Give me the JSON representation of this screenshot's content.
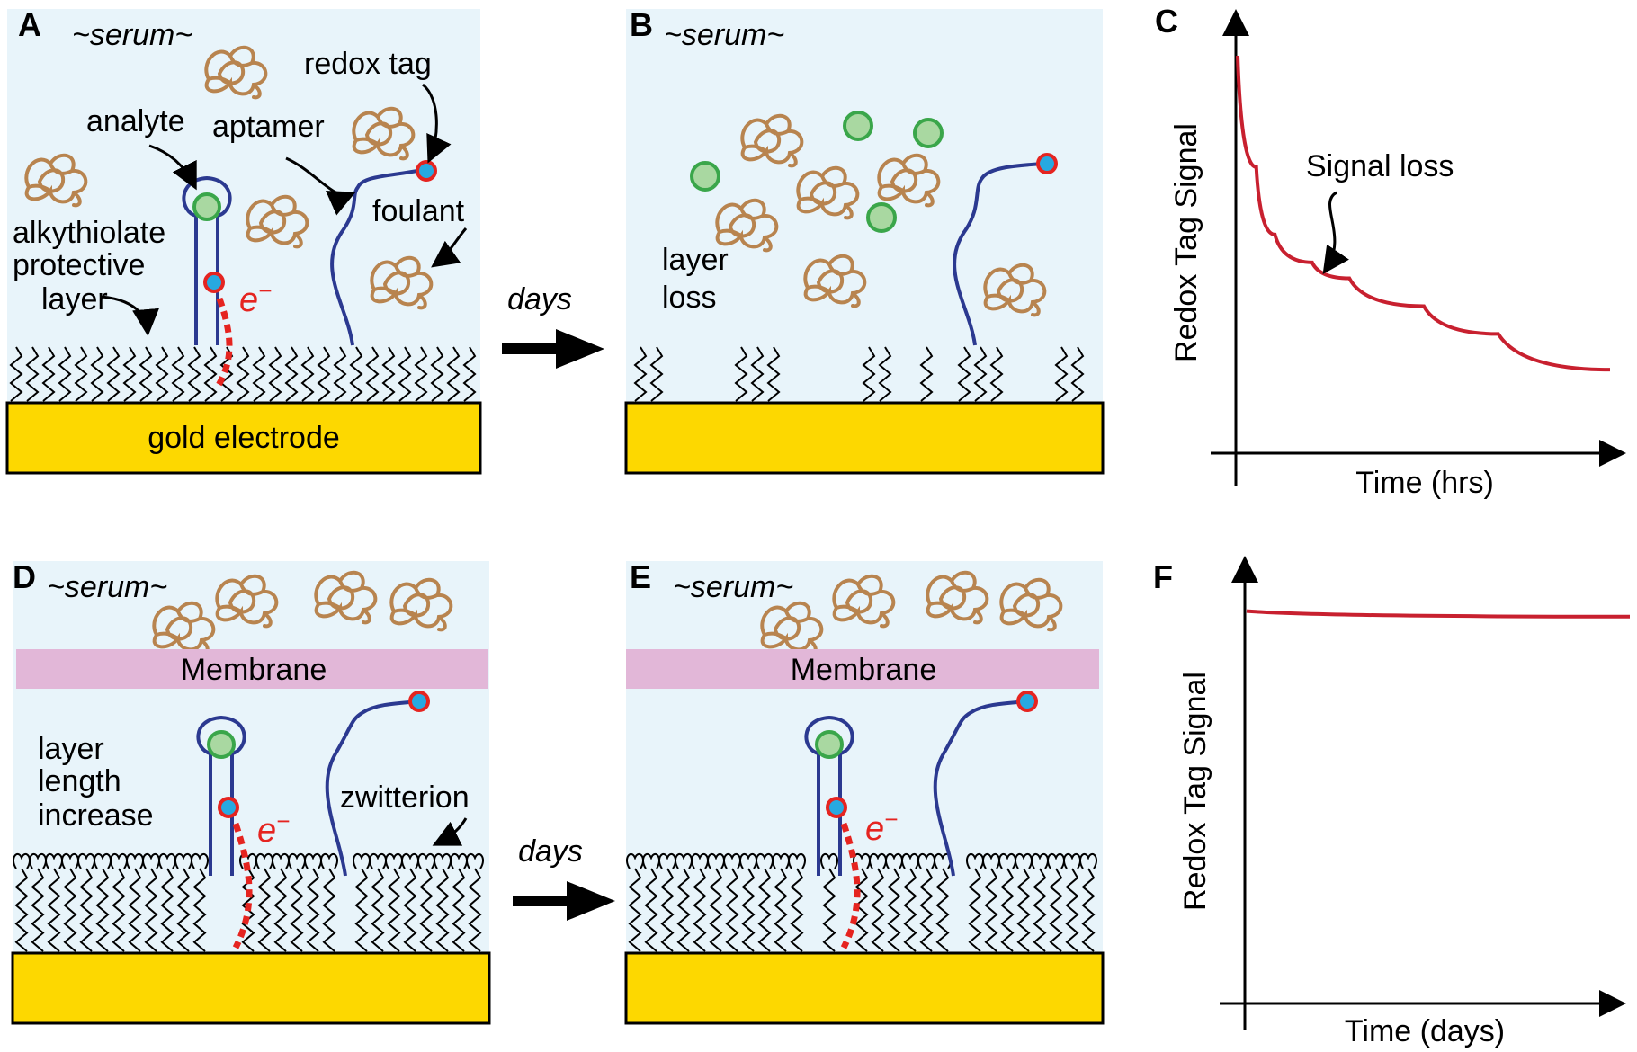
{
  "panels": {
    "A": {
      "letter": "A",
      "serum": "~serum~",
      "analyte": "analyte",
      "aptamer": "aptamer",
      "redox_tag": "redox tag",
      "foulant": "foulant",
      "layer_line1": "alkythiolate",
      "layer_line2": "protective",
      "layer_line3": "layer",
      "electron": "e",
      "electron_sup": "−",
      "electrode": "gold electrode"
    },
    "B": {
      "letter": "B",
      "serum": "~serum~",
      "loss_line1": "layer",
      "loss_line2": "loss"
    },
    "C": {
      "letter": "C",
      "ylabel": "Redox Tag Signal",
      "xlabel": "Time (hrs)",
      "annotation": "Signal loss"
    },
    "D": {
      "letter": "D",
      "serum": "~serum~",
      "membrane": "Membrane",
      "inc_line1": "layer",
      "inc_line2": "length",
      "inc_line3": "increase",
      "zwitterion": "zwitterion",
      "electron": "e",
      "electron_sup": "−"
    },
    "E": {
      "letter": "E",
      "serum": "~serum~",
      "membrane": "Membrane",
      "electron": "e",
      "electron_sup": "−"
    },
    "F": {
      "letter": "F",
      "ylabel": "Redox Tag Signal",
      "xlabel": "Time (days)"
    }
  },
  "arrows": {
    "top": "days",
    "bottom": "days"
  },
  "colors": {
    "serum_bg": "#e8f4fa",
    "gold": "#fdd800",
    "membrane": "#e2b7d8",
    "aptamer": "#2b3990",
    "redox_fill": "#27a9e1",
    "redox_ring": "#e52420",
    "analyte_fill": "#a9d8a1",
    "analyte_ring": "#3aa64a",
    "foulant": "#b8844f",
    "signal_curve": "#c8202f"
  },
  "chart_data": [
    {
      "type": "line",
      "panel": "C",
      "ylabel": "Redox Tag Signal",
      "xlabel": "Time (hrs)",
      "annotation": "Signal loss",
      "shape": "rapid initial exponential drop followed by slow linear decline",
      "series": [
        {
          "x": [
            0,
            0.05,
            0.1,
            0.2,
            0.3,
            0.5,
            0.7,
            1.0
          ],
          "y": [
            1.0,
            0.72,
            0.55,
            0.48,
            0.44,
            0.37,
            0.3,
            0.21
          ]
        }
      ]
    },
    {
      "type": "line",
      "panel": "F",
      "ylabel": "Redox Tag Signal",
      "xlabel": "Time (days)",
      "shape": "nearly constant signal",
      "series": [
        {
          "x": [
            0,
            1.0
          ],
          "y": [
            0.72,
            0.71
          ]
        }
      ]
    }
  ]
}
